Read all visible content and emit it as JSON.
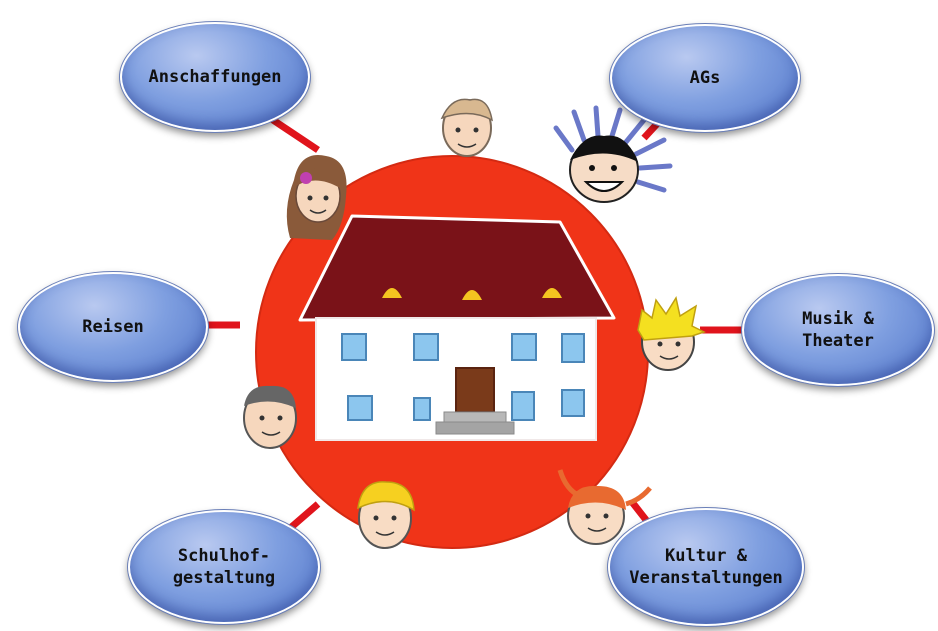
{
  "diagram": {
    "nodes": [
      {
        "id": "anschaffungen",
        "label": "Anschaffungen"
      },
      {
        "id": "ags",
        "label": "AGs"
      },
      {
        "id": "reisen",
        "label": "Reisen"
      },
      {
        "id": "musik",
        "label": "Musik &\nTheater"
      },
      {
        "id": "schulhof",
        "label": "Schulhof-\ngestaltung"
      },
      {
        "id": "kultur",
        "label": "Kultur &\nVeranstaltungen"
      }
    ],
    "center": {
      "icon": "school-house-icon"
    },
    "colors": {
      "circle": "#f03418",
      "roof": "#7a1218",
      "wall": "#ffffff",
      "window": "#8cc6ee",
      "door": "#7a3a1a",
      "connector": "#e0141c",
      "bubble": "#7f9fe0"
    }
  }
}
